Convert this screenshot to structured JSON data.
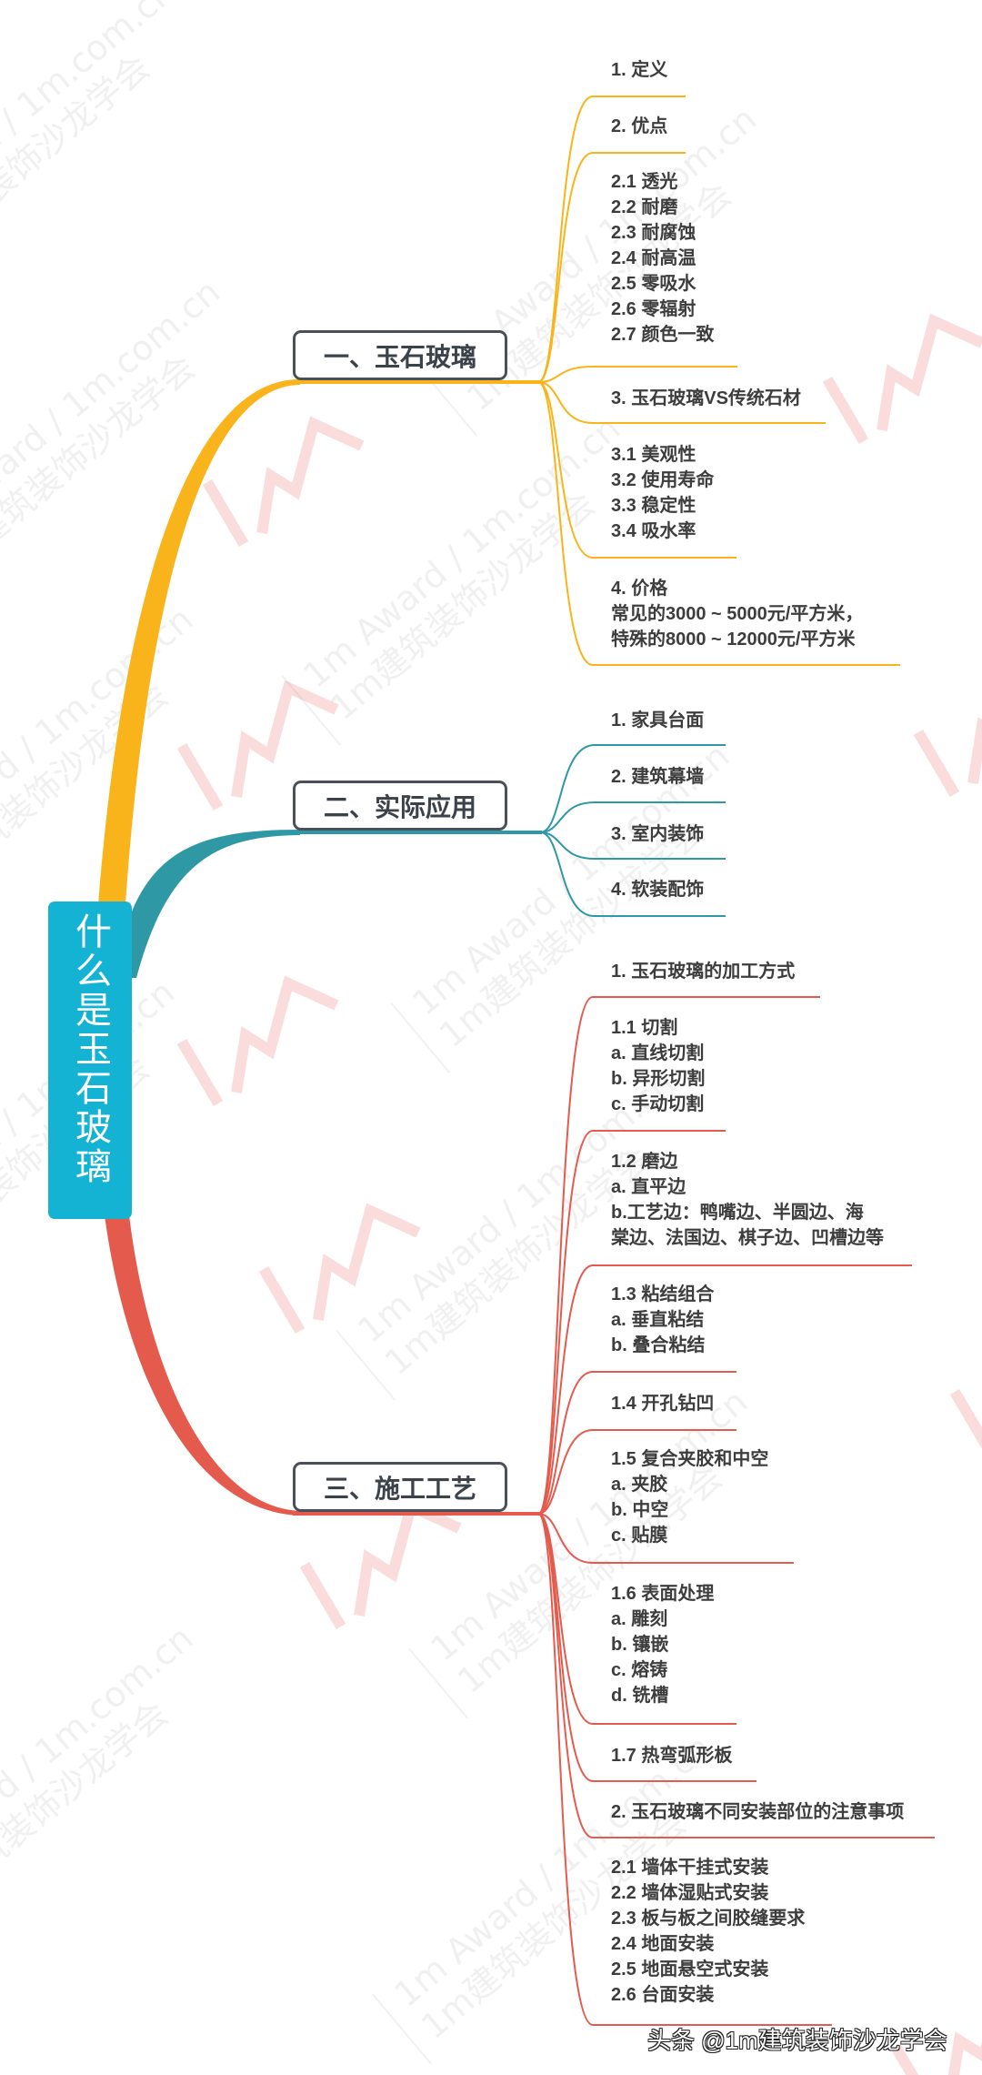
{
  "mindmap": {
    "root": {
      "title": "什么是玉石玻璃",
      "color": "#15b3d3"
    },
    "branches": [
      {
        "title": "一、玉石玻璃",
        "color": "#f9b41b",
        "children": [
          {
            "lines": [
              "1. 定义"
            ]
          },
          {
            "lines": [
              "2. 优点"
            ]
          },
          {
            "lines": [
              "2.1 透光",
              "2.2 耐磨",
              "2.3 耐腐蚀",
              "2.4 耐高温",
              "2.5 零吸水",
              "2.6 零辐射",
              "2.7 颜色一致"
            ]
          },
          {
            "lines": [
              "3. 玉石玻璃VS传统石材"
            ]
          },
          {
            "lines": [
              "3.1 美观性",
              "3.2 使用寿命",
              "3.3 稳定性",
              "3.4 吸水率"
            ]
          },
          {
            "lines": [
              "4. 价格",
              "常见的3000 ~ 5000元/平方米，",
              "特殊的8000 ~ 12000元/平方米"
            ]
          }
        ]
      },
      {
        "title": "二、实际应用",
        "color": "#2f98a5",
        "children": [
          {
            "lines": [
              "1. 家具台面"
            ]
          },
          {
            "lines": [
              "2. 建筑幕墙"
            ]
          },
          {
            "lines": [
              "3. 室内装饰"
            ]
          },
          {
            "lines": [
              "4. 软装配饰"
            ]
          }
        ]
      },
      {
        "title": "三、施工工艺",
        "color": "#e45b4e",
        "children": [
          {
            "lines": [
              "1. 玉石玻璃的加工方式"
            ]
          },
          {
            "lines": [
              "1.1 切割",
              "a. 直线切割",
              "b. 异形切割",
              "c. 手动切割"
            ]
          },
          {
            "lines": [
              "1.2 磨边",
              "a. 直平边",
              "b.工艺边：鸭嘴边、半圆边、海",
              "棠边、法国边、棋子边、凹槽边等"
            ]
          },
          {
            "lines": [
              "1.3 粘结组合",
              "a. 垂直粘结",
              "b. 叠合粘结"
            ]
          },
          {
            "lines": [
              "1.4 开孔钻凹"
            ]
          },
          {
            "lines": [
              "1.5 复合夹胶和中空",
              "a. 夹胶",
              "b. 中空",
              "c. 贴膜"
            ]
          },
          {
            "lines": [
              "1.6 表面处理",
              "a. 雕刻",
              "b. 镶嵌",
              "c. 熔铸",
              "d. 铣槽"
            ]
          },
          {
            "lines": [
              "1.7 热弯弧形板"
            ]
          },
          {
            "lines": [
              "2. 玉石玻璃不同安装部位的注意事项"
            ]
          },
          {
            "lines": [
              "2.1 墙体干挂式安装",
              "2.2 墙体湿贴式安装",
              "2.3 板与板之间胶缝要求",
              "2.4 地面安装",
              "2.5 地面悬空式安装",
              "2.6 台面安装"
            ]
          }
        ]
      }
    ]
  },
  "colors": {
    "node_border": "#4a5059",
    "node_text": "#3c424a",
    "topic_text": "#3d3d3d",
    "watermark_logo": "#fadcdc"
  },
  "watermark": {
    "line1": "1m Award / 1m.com.cn",
    "line2": "1m建筑装饰沙龙学会"
  },
  "footer": {
    "attribution": "头条 @1m建筑装饰沙龙学会"
  }
}
